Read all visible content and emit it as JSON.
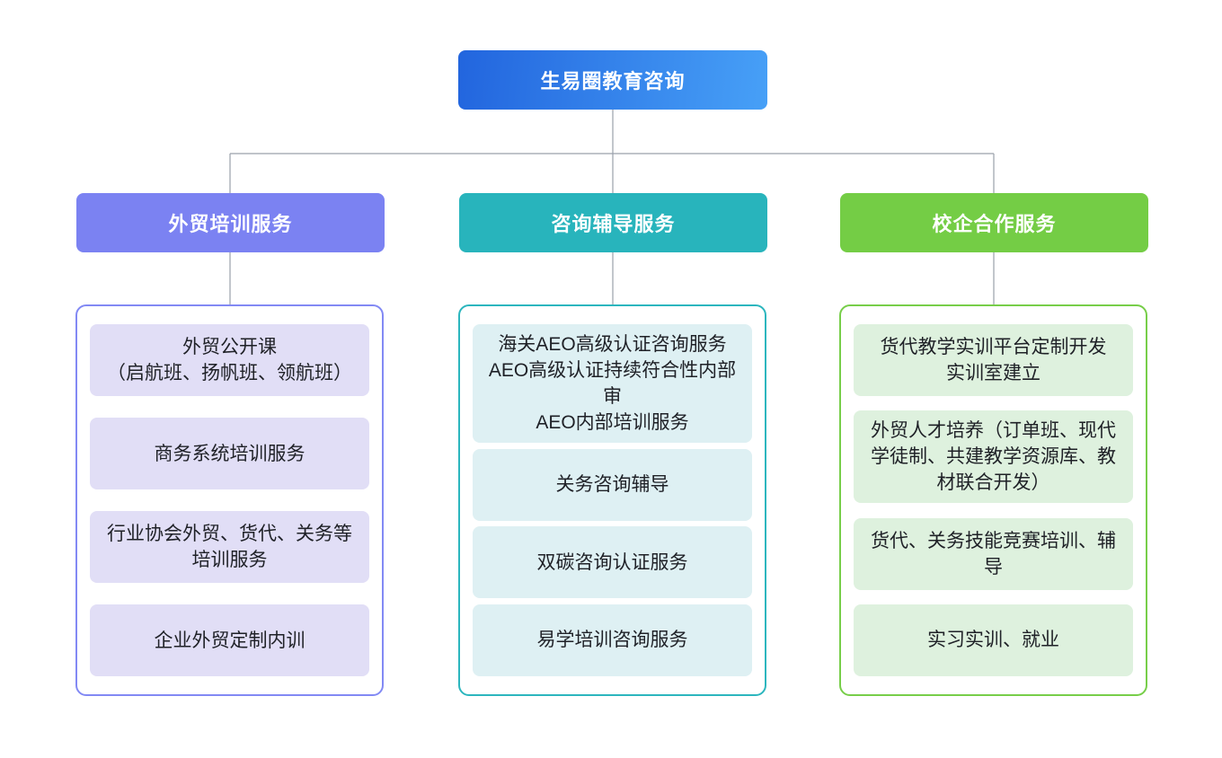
{
  "root": {
    "label": "生易圈教育咨询"
  },
  "branches": [
    {
      "label": "外贸培训服务",
      "header_color": "#7b82f2",
      "border_color": "#8289f4",
      "item_bg": "#e1def6",
      "items": [
        "外贸公开课\n（启航班、扬帆班、领航班）",
        "商务系统培训服务",
        "行业协会外贸、货代、关务等培训服务",
        "企业外贸定制内训"
      ]
    },
    {
      "label": "咨询辅导服务",
      "header_color": "#28b4bc",
      "border_color": "#2cb6be",
      "item_bg": "#def0f3",
      "items": [
        "海关AEO高级认证咨询服务\nAEO高级认证持续符合性内部审\nAEO内部培训服务",
        "关务咨询辅导",
        "双碳咨询认证服务",
        "易学培训咨询服务"
      ]
    },
    {
      "label": "校企合作服务",
      "header_color": "#74cd45",
      "border_color": "#77ce49",
      "item_bg": "#def1de",
      "items": [
        "货代教学实训平台定制开发\n实训室建立",
        "外贸人才培养（订单班、现代学徒制、共建教学资源库、教材联合开发）",
        "货代、关务技能竞赛培训、辅导",
        "实习实训、就业"
      ]
    }
  ],
  "colors": {
    "root_gradient_start": "#2265de",
    "root_gradient_end": "#47a0f7",
    "connector": "#9aa1ab",
    "item_text": "#1f2127"
  }
}
